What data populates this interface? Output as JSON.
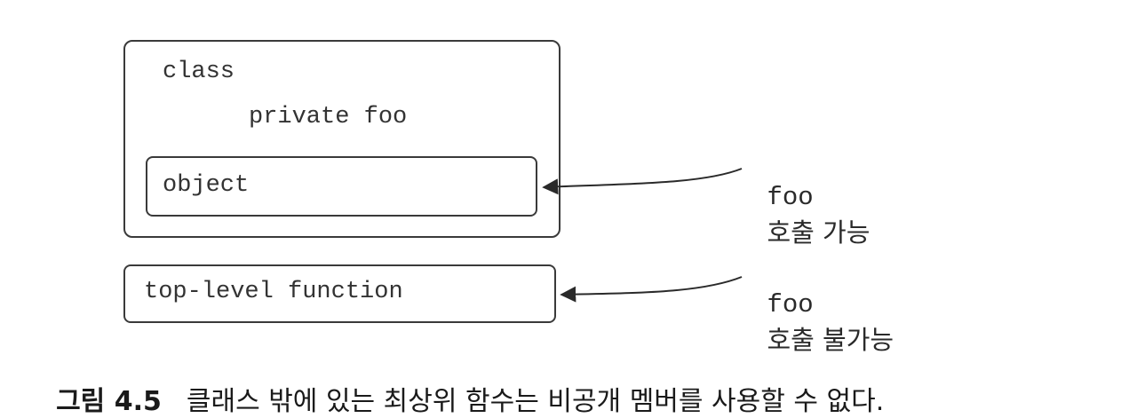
{
  "diagram": {
    "class_box": {
      "keyword": "class",
      "member": "private foo",
      "inner_box_label": "object"
    },
    "toplevel_box_label": "top-level function",
    "annotations": [
      {
        "en": "foo",
        "ko": "호출 가능"
      },
      {
        "en": "foo",
        "ko": "호출 불가능"
      }
    ]
  },
  "caption": {
    "number": "그림 4.5",
    "text": "클래스 밖에 있는 최상위 함수는 비공개 멤버를 사용할 수 없다."
  }
}
